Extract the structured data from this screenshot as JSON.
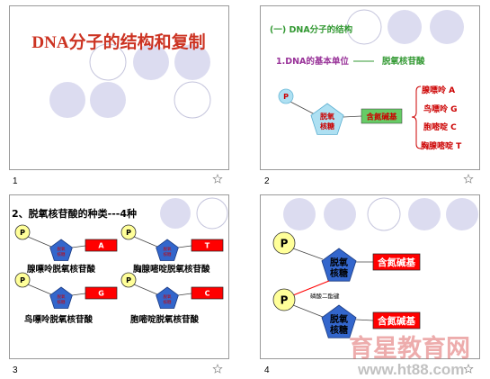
{
  "icons": {
    "slide_transition": "star-icon"
  },
  "colors": {
    "title_red": "#cc3322",
    "circle_fill": "#dcdcf0",
    "circle_stroke": "#c4c4dc",
    "heading_green": "#339933",
    "unit_purple": "#993399",
    "label_red": "#cc0000",
    "light_blue": "#aee0f2",
    "box_green": "#66cc66",
    "phosphate_yellow": "#ffff99",
    "sugar_blue": "#3366cc",
    "base_red": "#ff0000"
  },
  "slides": [
    {
      "number": "1",
      "title": "DNA分子的结构和复制"
    },
    {
      "number": "2",
      "heading": "(一) DNA分子的结构",
      "unit_label": "1.DNA的基本单位",
      "unit_value": "脱氧核苷酸",
      "phosphate": "P",
      "sugar": [
        "脱氧",
        "核糖"
      ],
      "base": "含氮碱基",
      "base_types": [
        "腺嘌呤 A",
        "鸟嘌呤 G",
        "胞嘧啶 C",
        "胸腺嘧啶 T"
      ]
    },
    {
      "number": "3",
      "title": "2、脱氧核苷酸的种类---4种",
      "nucleotides": [
        {
          "phosphate": "P",
          "sugar": [
            "脱氧",
            "核糖"
          ],
          "base": "A",
          "name": "腺嘌呤脱氧核苷酸"
        },
        {
          "phosphate": "P",
          "sugar": [
            "脱氧",
            "核糖"
          ],
          "base": "T",
          "name": "胸腺嘧啶脱氧核苷酸"
        },
        {
          "phosphate": "P",
          "sugar": [
            "脱氧",
            "核糖"
          ],
          "base": "G",
          "name": "鸟嘌呤脱氧核苷酸"
        },
        {
          "phosphate": "P",
          "sugar": [
            "脱氧",
            "核糖"
          ],
          "base": "C",
          "name": "胞嘧啶脱氧核苷酸"
        }
      ]
    },
    {
      "number": "4",
      "nucleotides": [
        {
          "phosphate": "P",
          "sugar": [
            "脱氧",
            "核糖"
          ],
          "base": "含氮碱基"
        },
        {
          "phosphate": "P",
          "sugar": [
            "脱氧",
            "核糖"
          ],
          "base": "含氮碱基"
        }
      ],
      "bond": "磷酸二酯键"
    }
  ],
  "watermark": {
    "site": "育星教育网",
    "url": "www.ht88.com"
  }
}
